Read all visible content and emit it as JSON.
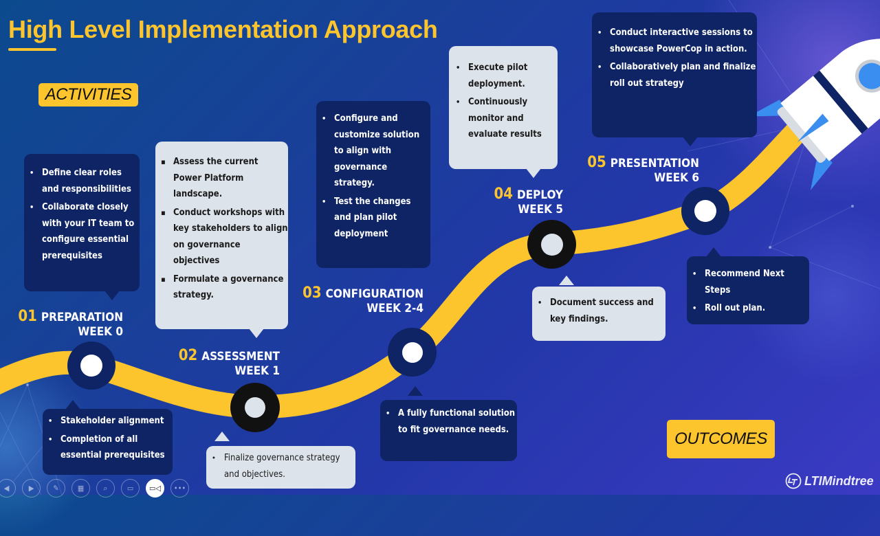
{
  "title": "High Level Implementation Approach",
  "tags": {
    "activities": "ACTIVITIES",
    "outcomes": "OUTCOMES"
  },
  "colors": {
    "accent_yellow": "#fcc52e",
    "dark_box": "#0e2464",
    "light_box": "#dde3ea",
    "node_navy": "#0e2464",
    "node_black": "#111111"
  },
  "stages": [
    {
      "number": "01",
      "name": "PREPARATION",
      "week": "WEEK 0",
      "activities": [
        "Define clear roles and responsibilities",
        "Collaborate closely with your IT team to configure essential prerequisites"
      ],
      "outcomes": [
        "Stakeholder alignment",
        "Completion of all essential prerequisites"
      ]
    },
    {
      "number": "02",
      "name": "ASSESSMENT",
      "week": "WEEK 1",
      "activities": [
        "Assess the current Power Platform landscape.",
        "Conduct workshops with key stakeholders to align on governance objectives",
        "Formulate a governance strategy."
      ],
      "outcomes": [
        "Finalize governance strategy and objectives."
      ]
    },
    {
      "number": "03",
      "name": "CONFIGURATION",
      "week": "WEEK 2-4",
      "activities": [
        "Configure and customize solution to align with governance strategy.",
        "Test the changes and plan pilot deployment"
      ],
      "outcomes": [
        "A fully functional solution to fit governance needs."
      ]
    },
    {
      "number": "04",
      "name": "DEPLOY",
      "week": "WEEK 5",
      "activities": [
        "Execute pilot deployment.",
        "Continuously monitor and evaluate results"
      ],
      "outcomes": [
        "Document success and key findings."
      ]
    },
    {
      "number": "05",
      "name": "PRESENTATION",
      "week": "WEEK 6",
      "activities": [
        "Conduct interactive sessions to showcase PowerCop in action.",
        "Collaboratively plan and finalize roll out strategy"
      ],
      "outcomes": [
        "Recommend Next Steps",
        "Roll out plan."
      ]
    }
  ],
  "toolbar": {
    "buttons": [
      {
        "icon": "previous-icon",
        "glyph": "◀"
      },
      {
        "icon": "next-icon",
        "glyph": "▶"
      },
      {
        "icon": "pen-icon",
        "glyph": "✎"
      },
      {
        "icon": "slides-overview-icon",
        "glyph": "▦"
      },
      {
        "icon": "zoom-icon",
        "glyph": "⌕"
      },
      {
        "icon": "subtitles-icon",
        "glyph": "▭"
      },
      {
        "icon": "camera-icon",
        "glyph": "▭◁"
      },
      {
        "icon": "more-options-icon",
        "glyph": "•••"
      }
    ]
  },
  "logo": {
    "text": "LTIMindtree"
  }
}
